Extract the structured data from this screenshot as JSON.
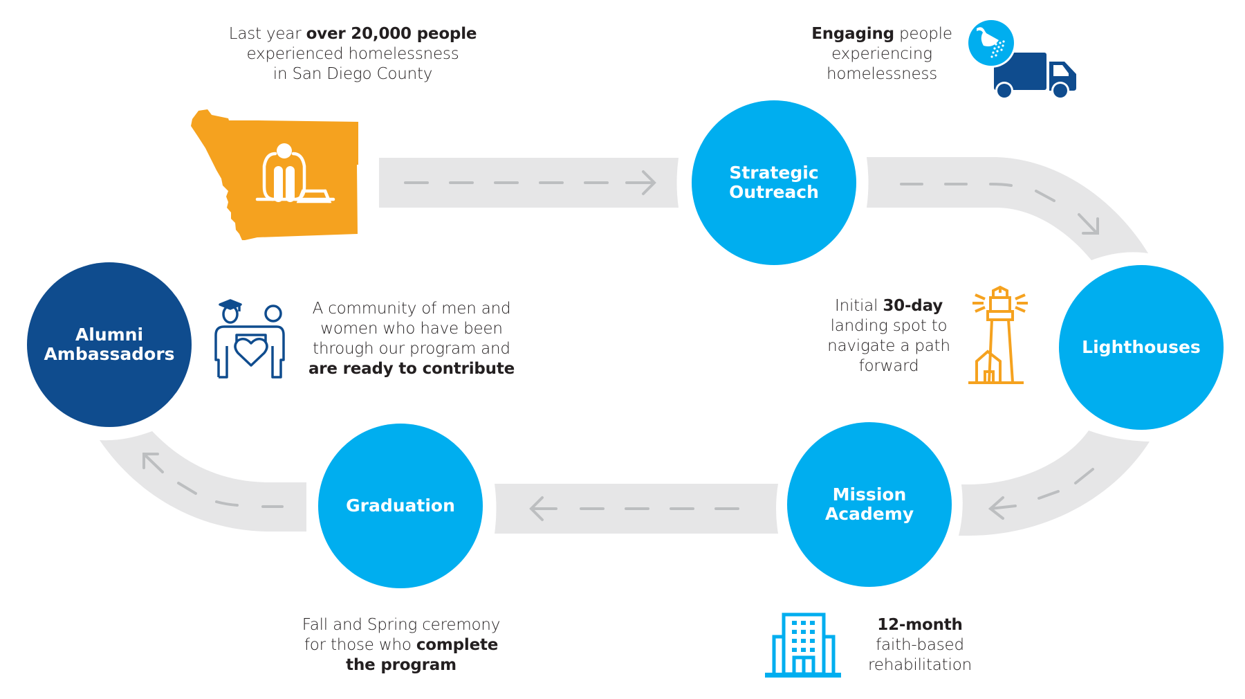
{
  "colors": {
    "light_blue": "#00aeef",
    "dark_blue": "#0f4c8e",
    "orange": "#f5a21f",
    "road": "#e6e6e7",
    "road_dash": "#bcbec0",
    "text": "#231f20"
  },
  "stages": [
    {
      "id": "strategic-outreach",
      "label_lines": [
        "Strategic",
        "Outreach"
      ],
      "color": "light_blue"
    },
    {
      "id": "lighthouses",
      "label_lines": [
        "Lighthouses"
      ],
      "color": "light_blue"
    },
    {
      "id": "mission-academy",
      "label_lines": [
        "Mission",
        "Academy"
      ],
      "color": "light_blue"
    },
    {
      "id": "graduation",
      "label_lines": [
        "Graduation"
      ],
      "color": "light_blue"
    },
    {
      "id": "alumni-ambassadors",
      "label_lines": [
        "Alumni",
        "Ambassadors"
      ],
      "color": "dark_blue"
    }
  ],
  "captions": {
    "homeless_stat": {
      "lines": [
        [
          {
            "t": "Last year ",
            "b": false
          },
          {
            "t": "over 20,000 people",
            "b": true
          }
        ],
        [
          {
            "t": "experienced homelessness",
            "b": false
          }
        ],
        [
          {
            "t": "in San Diego County",
            "b": false
          }
        ]
      ],
      "icon": "san-diego-county-map-icon"
    },
    "outreach": {
      "lines": [
        [
          {
            "t": "Engaging",
            "b": true
          },
          {
            "t": " people",
            "b": false
          }
        ],
        [
          {
            "t": "experiencing",
            "b": false
          }
        ],
        [
          {
            "t": "homelessness",
            "b": false
          }
        ]
      ],
      "icon": "shower-truck-icon"
    },
    "lighthouses": {
      "lines": [
        [
          {
            "t": "Initial ",
            "b": false
          },
          {
            "t": "30-day",
            "b": true
          }
        ],
        [
          {
            "t": "landing spot to",
            "b": false
          }
        ],
        [
          {
            "t": "navigate a path",
            "b": false
          }
        ],
        [
          {
            "t": "forward",
            "b": false
          }
        ]
      ],
      "icon": "lighthouse-icon"
    },
    "mission_academy": {
      "lines": [
        [
          {
            "t": "12-month",
            "b": true
          }
        ],
        [
          {
            "t": "faith-based",
            "b": false
          }
        ],
        [
          {
            "t": "rehabilitation",
            "b": false
          }
        ]
      ],
      "icon": "building-icon"
    },
    "graduation": {
      "lines": [
        [
          {
            "t": "Fall and Spring ceremony",
            "b": false
          }
        ],
        [
          {
            "t": "for those who ",
            "b": false
          },
          {
            "t": "complete",
            "b": true
          }
        ],
        [
          {
            "t": "the program",
            "b": true
          }
        ]
      ]
    },
    "alumni": {
      "lines": [
        [
          {
            "t": "A community of men and",
            "b": false
          }
        ],
        [
          {
            "t": "women who have been",
            "b": false
          }
        ],
        [
          {
            "t": "through our program and",
            "b": false
          }
        ],
        [
          {
            "t": "are ready to contribute",
            "b": true
          }
        ]
      ],
      "icon": "graduates-heart-icon"
    }
  }
}
